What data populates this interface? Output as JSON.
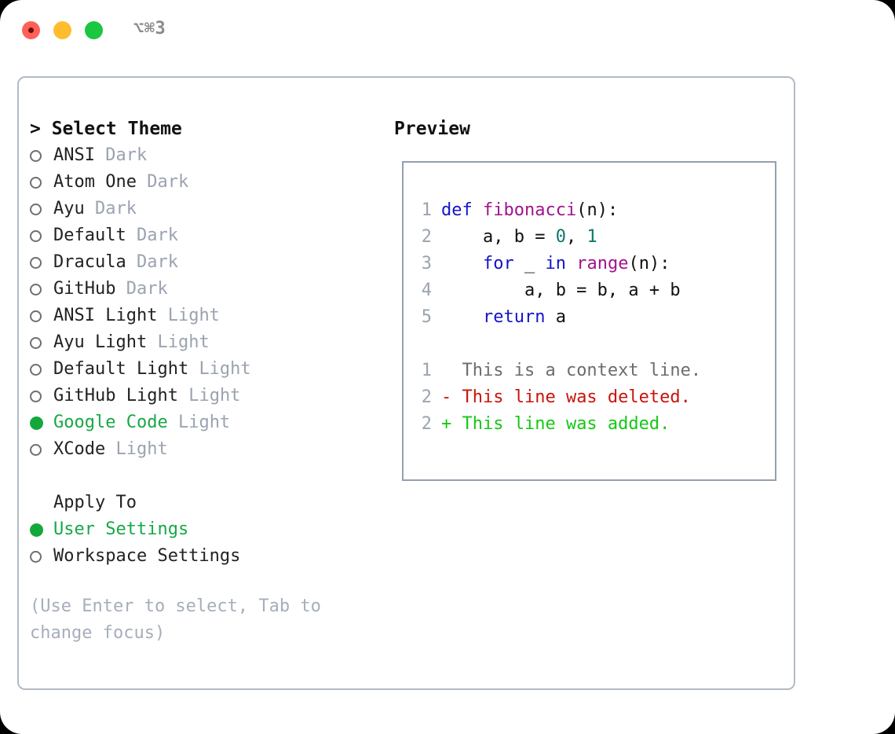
{
  "window": {
    "shortcut_label": "⌥⌘3",
    "traffic_lights": [
      "close-red",
      "minimize-yellow",
      "maximize-green"
    ]
  },
  "left": {
    "prompt_header": "> Select Theme",
    "themes": [
      {
        "marker": "○",
        "name": "ANSI",
        "variant": "Dark",
        "selected": false
      },
      {
        "marker": "○",
        "name": "Atom One",
        "variant": "Dark",
        "selected": false
      },
      {
        "marker": "○",
        "name": "Ayu",
        "variant": "Dark",
        "selected": false
      },
      {
        "marker": "○",
        "name": "Default",
        "variant": "Dark",
        "selected": false
      },
      {
        "marker": "○",
        "name": "Dracula",
        "variant": "Dark",
        "selected": false
      },
      {
        "marker": "○",
        "name": "GitHub",
        "variant": "Dark",
        "selected": false
      },
      {
        "marker": "○",
        "name": "ANSI Light",
        "variant": "Light",
        "selected": false
      },
      {
        "marker": "○",
        "name": "Ayu Light",
        "variant": "Light",
        "selected": false
      },
      {
        "marker": "○",
        "name": "Default Light",
        "variant": "Light",
        "selected": false
      },
      {
        "marker": "○",
        "name": "GitHub Light",
        "variant": "Light",
        "selected": false
      },
      {
        "marker": "●",
        "name": "Google Code",
        "variant": "Light",
        "selected": true
      },
      {
        "marker": "○",
        "name": "XCode",
        "variant": "Light",
        "selected": false
      }
    ],
    "apply_to_header": "Apply To",
    "apply_to_options": [
      {
        "marker": "●",
        "name": "User Settings",
        "selected": true
      },
      {
        "marker": "○",
        "name": "Workspace Settings",
        "selected": false
      }
    ],
    "hint": "(Use Enter to select, Tab to change focus)"
  },
  "right": {
    "preview_header": "Preview",
    "code_lines": [
      {
        "num": "1",
        "tokens": [
          {
            "t": "def ",
            "c": "kw"
          },
          {
            "t": "fibonacci",
            "c": "fn"
          },
          {
            "t": "(n):",
            "c": "plain"
          }
        ]
      },
      {
        "num": "2",
        "tokens": [
          {
            "t": "    a, b = ",
            "c": "plain"
          },
          {
            "t": "0",
            "c": "num"
          },
          {
            "t": ", ",
            "c": "plain"
          },
          {
            "t": "1",
            "c": "num"
          }
        ]
      },
      {
        "num": "3",
        "tokens": [
          {
            "t": "    ",
            "c": "plain"
          },
          {
            "t": "for",
            "c": "kw"
          },
          {
            "t": " _ ",
            "c": "plain"
          },
          {
            "t": "in",
            "c": "kw"
          },
          {
            "t": " ",
            "c": "plain"
          },
          {
            "t": "range",
            "c": "fn"
          },
          {
            "t": "(n):",
            "c": "plain"
          }
        ]
      },
      {
        "num": "4",
        "tokens": [
          {
            "t": "        a, b = b, a + b",
            "c": "plain"
          }
        ]
      },
      {
        "num": "5",
        "tokens": [
          {
            "t": "    ",
            "c": "plain"
          },
          {
            "t": "return",
            "c": "kw"
          },
          {
            "t": " a",
            "c": "plain"
          }
        ]
      }
    ],
    "diff_lines": [
      {
        "num": "1",
        "sign": " ",
        "text": " This is a context line.",
        "kind": "ctx"
      },
      {
        "num": "2",
        "sign": "-",
        "text": " This line was deleted.",
        "kind": "del"
      },
      {
        "num": "2",
        "sign": "+",
        "text": " This line was added.",
        "kind": "add"
      }
    ]
  },
  "colors": {
    "accent_green": "#17a846",
    "muted": "#9aa3b0",
    "keyword": "#1414c8",
    "function": "#a0148c",
    "number": "#0a7a6e",
    "diff_delete": "#c8140a",
    "diff_add": "#14c814",
    "panel_border": "#b2bac6"
  }
}
